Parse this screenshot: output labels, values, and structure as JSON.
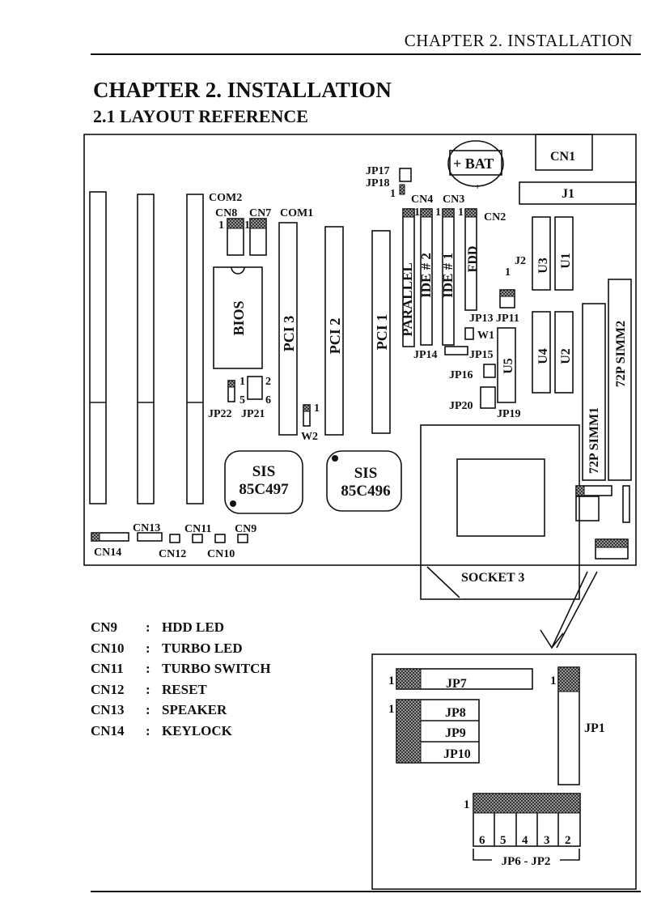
{
  "header": {
    "title": "CHAPTER 2. INSTALLATION"
  },
  "chapter_heading": "CHAPTER 2. INSTALLATION",
  "section_heading": "2.1 LAYOUT REFERENCE",
  "board": {
    "battery": "+ BAT",
    "battery_plus": "+",
    "cn1": "CN1",
    "j1": "J1",
    "j2": "J2",
    "one": "1",
    "jp17": "JP17",
    "jp18": "JP18",
    "com2": "COM2",
    "cn8": "CN8",
    "cn7": "CN7",
    "com1": "COM1",
    "cn4": "CN4",
    "cn3": "CN3",
    "cn2": "CN2",
    "bios": "BIOS",
    "pci3": "PCI 3",
    "pci2": "PCI 2",
    "pci1": "PCI 1",
    "parallel": "PARALLEL",
    "ide2": "IDE # 2",
    "ide1": "IDE # 1",
    "fdd": "FDD",
    "u1": "U1",
    "u2": "U2",
    "u3": "U3",
    "u4": "U4",
    "u5": "U5",
    "jp13_jp11": "JP13 JP11",
    "w1": "W1",
    "jp14": "JP14",
    "jp15": "JP15",
    "jp16": "JP16",
    "jp20": "JP20",
    "jp19": "JP19",
    "simm1": "72P SIMM1",
    "simm2": "72P SIMM2",
    "jp21": "JP21",
    "jp22": "JP22",
    "jp21_pin2": "2",
    "jp21_pin5": "5",
    "jp21_pin6": "6",
    "w2": "W2",
    "sis": "SIS",
    "chip497": "85C497",
    "chip496": "85C496",
    "socket3": "SOCKET 3",
    "cn9": "CN9",
    "cn10": "CN10",
    "cn11": "CN11",
    "cn12": "CN12",
    "cn13": "CN13",
    "cn14": "CN14"
  },
  "legend": [
    {
      "code": "CN9",
      "sep": ":",
      "desc": "HDD LED"
    },
    {
      "code": "CN10",
      "sep": ":",
      "desc": "TURBO LED"
    },
    {
      "code": "CN11",
      "sep": ":",
      "desc": "TURBO SWITCH"
    },
    {
      "code": "CN12",
      "sep": ":",
      "desc": "RESET"
    },
    {
      "code": "CN13",
      "sep": ":",
      "desc": "SPEAKER"
    },
    {
      "code": "CN14",
      "sep": ":",
      "desc": "KEYLOCK"
    }
  ],
  "detail": {
    "jp7": "JP7",
    "jp8": "JP8",
    "jp9": "JP9",
    "jp10": "JP10",
    "jp1": "JP1",
    "one": "1",
    "pin6": "6",
    "pin5": "5",
    "pin4": "4",
    "pin3": "3",
    "pin2": "2",
    "range": "JP6 - JP2"
  },
  "colors": {
    "ink": "#111111",
    "pin_fill": "#8a8a8a",
    "paper": "#ffffff"
  }
}
